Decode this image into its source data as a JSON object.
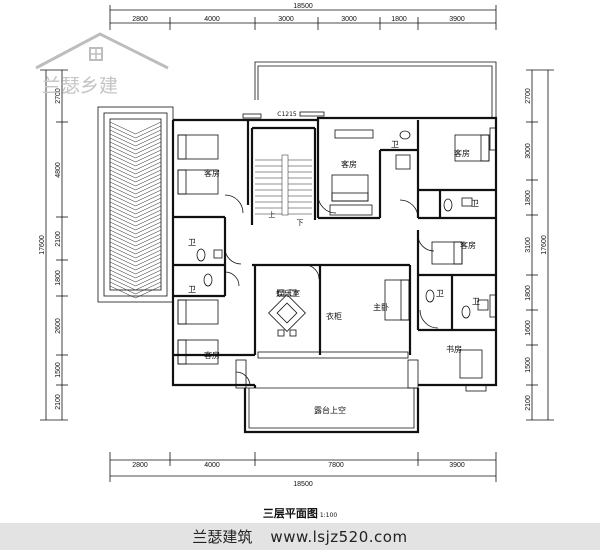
{
  "watermark": {
    "text": "兰瑟乡建"
  },
  "dims": {
    "top_total": "18500",
    "top_segments": [
      "2800",
      "4000",
      "3000",
      "3000",
      "1800",
      "3900"
    ],
    "bottom_segments": [
      "2800",
      "4000",
      "7800",
      "3900"
    ],
    "bottom_total": "18500",
    "left_segments": [
      "2700",
      "4800",
      "2100",
      "1800",
      "2600",
      "1500",
      "2100"
    ],
    "left_total": "17600",
    "right_segments": [
      "2700",
      "3000",
      "1800",
      "3100",
      "1800",
      "1600",
      "1500",
      "2100"
    ],
    "right_total": "17600"
  },
  "labels": {
    "window_code": "C1215",
    "guest": "客房",
    "bath": "卫",
    "up": "上",
    "down": "下",
    "entertainment": "娱乐室",
    "closet": "衣柜",
    "master": "主卧",
    "study": "书房",
    "terrace": "露台上空"
  },
  "title": {
    "text": "三层平面图",
    "scale": "1:100"
  },
  "footer": {
    "brand": "兰瑟建筑",
    "url": "www.lsjz520.com"
  }
}
